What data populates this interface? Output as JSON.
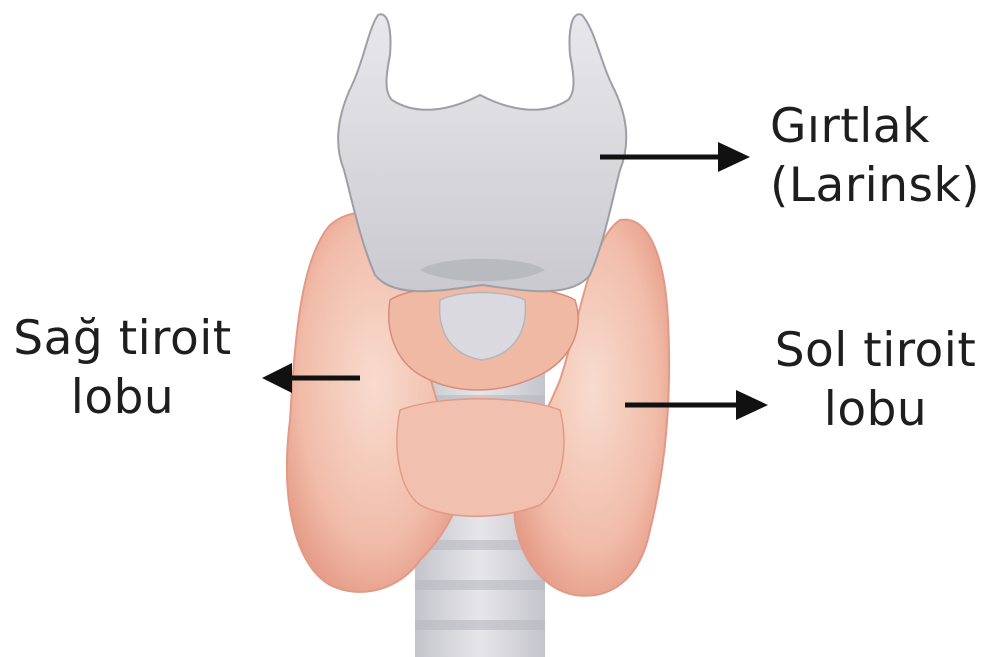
{
  "labels": {
    "larynx": {
      "line1": "Gırtlak",
      "line2": "(Larinsk)"
    },
    "right_lobe": {
      "line1": "Sağ tiroit",
      "line2": "lobu"
    },
    "left_lobe": {
      "line1": "Sol tiroit",
      "line2": "lobu"
    }
  },
  "colors": {
    "cartilage": "#dcdcdf",
    "cartilage_shadow": "#b9b9bf",
    "thyroid": "#f3c4b4",
    "thyroid_shade": "#e6998a",
    "trachea": "#d8d8de",
    "arrow": "#111111"
  }
}
